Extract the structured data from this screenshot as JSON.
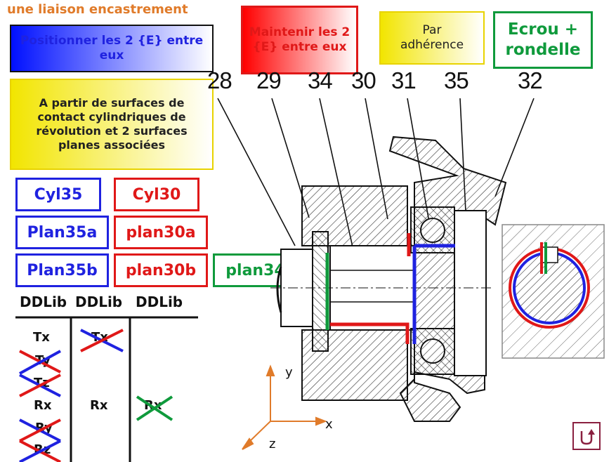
{
  "title": "une liaison encastrement",
  "boxes": {
    "positionner": "Positionner les 2 {E} entre eux",
    "maintenir": "Maintenir les 2 {E} entre eux",
    "adherence": "Par adhérence",
    "ecrou": "Ecrou + rondelle",
    "surfaces": "A partir de surfaces de contact cylindriques de révolution et 2 surfaces planes associées"
  },
  "tags": {
    "cyl35": "Cyl35",
    "cyl30": "Cyl30",
    "plan35a": "Plan35a",
    "plan30a": "plan30a",
    "plan35b": "Plan35b",
    "plan30b": "plan30b",
    "plan34": "plan34"
  },
  "table": {
    "headers": [
      "DDLib",
      "DDLib",
      "DDLib"
    ],
    "col1": [
      "Tx",
      "Ty",
      "Tz",
      "Rx",
      "Ry",
      "Rz"
    ],
    "col2": [
      "Tx",
      "Rx"
    ],
    "col3": [
      "Rx"
    ]
  },
  "part_numbers": [
    "28",
    "29",
    "34",
    "30",
    "31",
    "35",
    "32"
  ],
  "axes": {
    "x": "x",
    "y": "y",
    "z": "z"
  },
  "colors": {
    "blue": "#1f22e0",
    "red": "#e01818",
    "green": "#0f9a3c",
    "orange": "#e07b2a"
  },
  "icons": {
    "nav": "return-arrow-icon"
  }
}
